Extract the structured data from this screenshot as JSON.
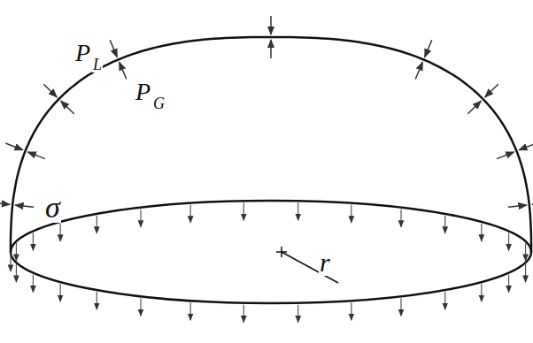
{
  "diagram": {
    "labels": [
      "P",
      "L",
      "P",
      "G",
      "σ",
      "r"
    ]
  }
}
